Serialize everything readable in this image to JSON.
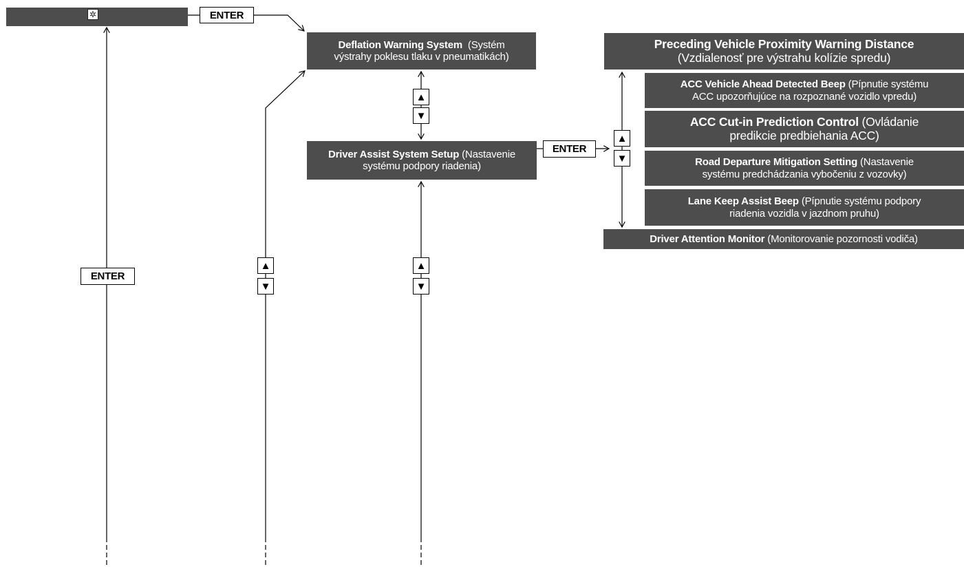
{
  "top_bar": {
    "icon": "gear-icon",
    "icon_glyph": "✲"
  },
  "enter_label": "ENTER",
  "up_glyph": "▲",
  "down_glyph": "▼",
  "deflation": {
    "bold": "Deflation Warning System",
    "line1_rest": "  (Systém",
    "line2": "výstrahy poklesu tlaku v pneumatikách)"
  },
  "driver_assist": {
    "bold": "Driver Assist System Setup",
    "line1_rest": " (Nastavenie",
    "line2": "systému podpory riadenia)"
  },
  "submenu": {
    "preceding": {
      "bold": "Preceding Vehicle Proximity Warning Distance",
      "line2": "(Vzdialenosť pre výstrahu kolízie spredu)"
    },
    "acc_beep": {
      "bold": "ACC Vehicle Ahead Detected Beep",
      "line1_rest": " (Pípnutie systému",
      "line2": "ACC upozorňujúce na rozpoznané vozidlo vpredu)"
    },
    "acc_cutin": {
      "bold": "ACC Cut-in Prediction Control",
      "line1_rest": " (Ovládanie",
      "line2": "predikcie predbiehania ACC)"
    },
    "road_departure": {
      "bold": "Road Departure Mitigation Setting",
      "line1_rest": " (Nastavenie",
      "line2": "systému predchádzania vybočeniu z vozovky)"
    },
    "lane_keep": {
      "bold": "Lane Keep Assist Beep",
      "line1_rest": " (Pípnutie systému podpory",
      "line2": "riadenia vozidla v jazdnom pruhu)"
    },
    "attention": {
      "bold": "Driver Attention Monitor",
      "line1_rest": " (Monitorovanie pozornosti vodiča)"
    }
  }
}
